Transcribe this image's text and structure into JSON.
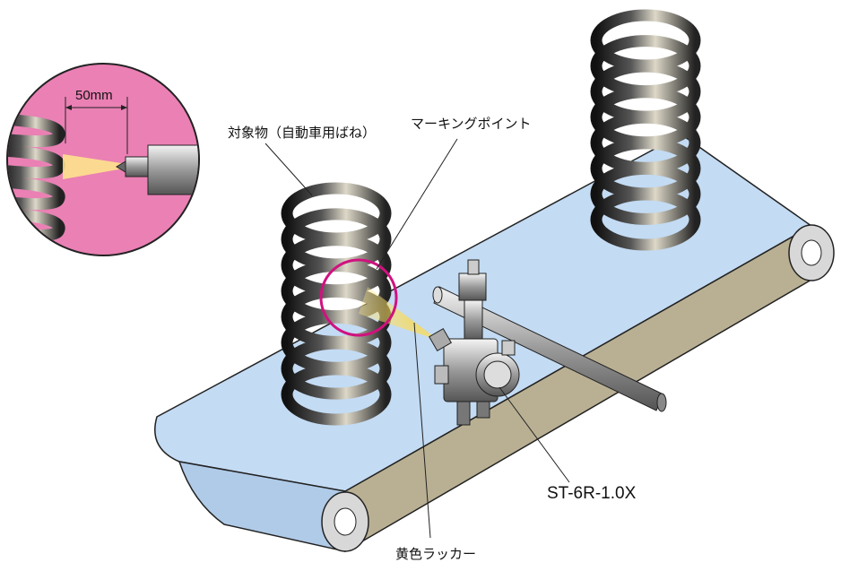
{
  "labels": {
    "target": "対象物（自動車用ばね）",
    "marking_point": "マーキングポイント",
    "model": "ST-6R-1.0X",
    "lacquer": "黄色ラッカー",
    "distance": "50mm"
  },
  "colors": {
    "belt_top": "#c3dbf3",
    "belt_side": "#b9b094",
    "inset_bg": "#ea80b4",
    "marking_circle": "#d0127f",
    "spray": "#ffd21e",
    "spring": "#2a2a2a"
  }
}
